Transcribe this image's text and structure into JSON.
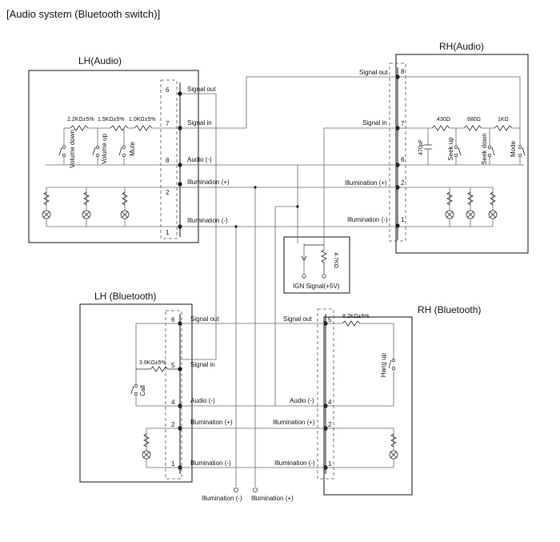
{
  "title": "[Audio system (Bluetooth switch)]",
  "modules": {
    "lh_audio": "LH(Audio)",
    "rh_audio": "RH(Audio)",
    "lh_bt": "LH (Bluetooth)",
    "rh_bt": "RH (Bluetooth)"
  },
  "lh_audio_pins": [
    {
      "num": "6",
      "label": "Signal out"
    },
    {
      "num": "7",
      "label": "Signal in"
    },
    {
      "num": "8",
      "label": "Audio (-)"
    },
    {
      "num": "2",
      "label": "Illumination (+)"
    },
    {
      "num": "1",
      "label": "Illumination (-)"
    }
  ],
  "rh_audio_pins": [
    {
      "num": "8",
      "label": "Signal out"
    },
    {
      "num": "7",
      "label": "Signal in"
    },
    {
      "num": "6",
      "label": ""
    },
    {
      "num": "2",
      "label": "Illumination (+)"
    },
    {
      "num": "1",
      "label": "Illumination (-)"
    }
  ],
  "lh_bt_pins": [
    {
      "num": "6",
      "label": "Signal out"
    },
    {
      "num": "5",
      "label": "Signal in"
    },
    {
      "num": "4",
      "label": "Audio (-)"
    },
    {
      "num": "2",
      "label": "Illumination (+)"
    },
    {
      "num": "1",
      "label": "Illumination (-)"
    }
  ],
  "rh_bt_pins": [
    {
      "num": "5",
      "label": "Signal out"
    },
    {
      "num": "4",
      "label": "Audio (-)"
    },
    {
      "num": "2",
      "label": "Illumination (+)"
    },
    {
      "num": "1",
      "label": "Illumination (-)"
    }
  ],
  "lh_audio_resistors": [
    "2.2KΩ±5%",
    "1.5KΩ±5%",
    "1.0KΩ±5%"
  ],
  "lh_audio_switches": [
    "Volume down",
    "Volume up",
    "Mute"
  ],
  "rh_audio_resistors": [
    "430Ω",
    "680Ω",
    "1KΩ"
  ],
  "rh_audio_capacitor": "470pF",
  "rh_audio_switches": [
    "Seek up",
    "Seek down",
    "Mode"
  ],
  "lh_bt_resistor": "3.9KΩ±5%",
  "lh_bt_switch": "Call",
  "rh_bt_resistor": "8.2KΩ±5%",
  "rh_bt_switch": "Hang up",
  "ign": {
    "resistor": "4.7KΩ",
    "label": "IGN Signal(+5V)"
  },
  "bottom_terminals": [
    "Illumination (-)",
    "Illumination (+)"
  ]
}
